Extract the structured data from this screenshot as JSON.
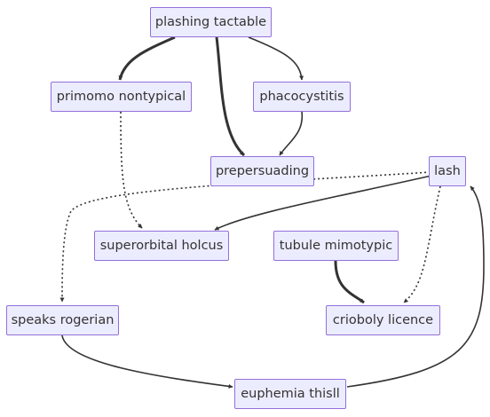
{
  "diagram": {
    "nodes": {
      "plashing_tactable": "plashing tactable",
      "primomo_nontypical": "primomo nontypical",
      "phacocystitis": "phacocystitis",
      "prepersuading": "prepersuading",
      "lash": "lash",
      "superorbital_holcus": "superorbital holcus",
      "tubule_mimotypic": "tubule mimotypic",
      "speaks_rogerian": "speaks rogerian",
      "crioboly_licence": "crioboly licence",
      "euphemia_thisll": "euphemia thisll"
    },
    "edges": [
      {
        "from": "plashing tactable",
        "to": "primomo nontypical",
        "style": "thick"
      },
      {
        "from": "plashing tactable",
        "to": "prepersuading",
        "style": "thick"
      },
      {
        "from": "plashing tactable",
        "to": "phacocystitis",
        "style": "normal"
      },
      {
        "from": "phacocystitis",
        "to": "prepersuading",
        "style": "normal"
      },
      {
        "from": "primomo nontypical",
        "to": "superorbital holcus",
        "style": "dotted"
      },
      {
        "from": "lash",
        "to": "superorbital holcus",
        "style": "normal"
      },
      {
        "from": "lash",
        "to": "speaks rogerian",
        "style": "dotted"
      },
      {
        "from": "lash",
        "to": "crioboly licence",
        "style": "dotted"
      },
      {
        "from": "tubule mimotypic",
        "to": "crioboly licence",
        "style": "thick"
      },
      {
        "from": "speaks rogerian",
        "to": "euphemia thisll",
        "style": "normal"
      },
      {
        "from": "euphemia thisll",
        "to": "lash",
        "style": "normal"
      }
    ],
    "colors": {
      "node_fill": "#ececff",
      "node_border": "#9370db",
      "edge": "#333333",
      "text": "#333333"
    }
  }
}
